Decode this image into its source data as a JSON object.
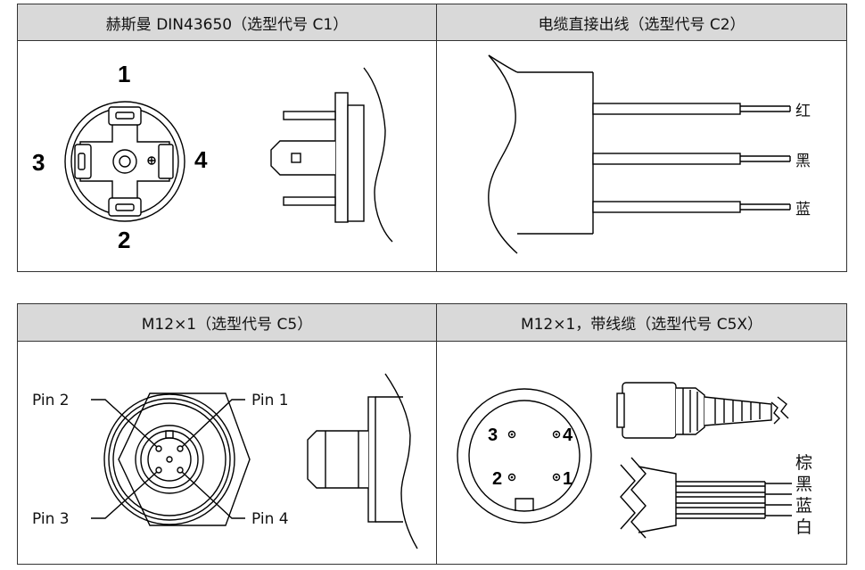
{
  "panels": {
    "c1": {
      "title": "赫斯曼  DIN43650（选型代号 C1）",
      "pins": [
        "1",
        "2",
        "3",
        "4"
      ]
    },
    "c2": {
      "title": "电缆直接出线（选型代号 C2）",
      "wires": [
        "红",
        "黑",
        "蓝"
      ]
    },
    "c5": {
      "title": "M12×1（选型代号 C5）",
      "pins": [
        "Pin  2",
        "Pin  1",
        "Pin  3",
        "Pin  4"
      ]
    },
    "c5x": {
      "title": "M12×1，带线缆（选型代号 C5X）",
      "pins": [
        "3",
        "4",
        "2",
        "1"
      ],
      "wires": [
        "棕",
        "黑",
        "蓝",
        "白"
      ]
    }
  }
}
